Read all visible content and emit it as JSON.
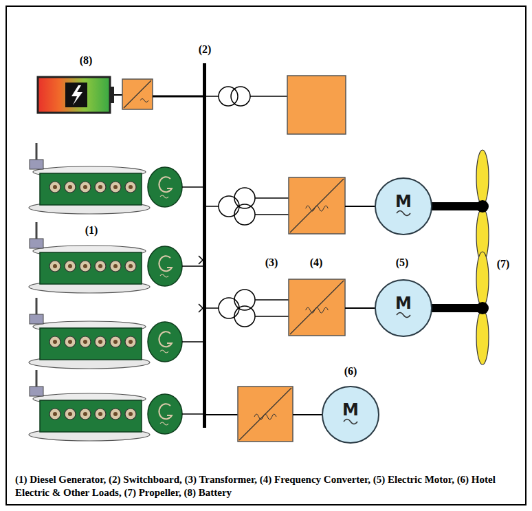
{
  "diagram": {
    "caption": "(1) Diesel Generator, (2) Switchboard, (3) Transformer, (4) Frequency Converter, (5) Electric Motor, (6) Hotel Electric & Other Loads, (7) Propeller, (8) Battery",
    "nodes": [
      {
        "text": [
          "M"
        ]
      },
      {
        "text": [
          "M"
        ]
      },
      {
        "text": [
          "M"
        ]
      }
    ],
    "labels": [
      "(8)",
      "(2)",
      "(1)",
      "(3)",
      "(4)",
      "(5)",
      "(7)",
      "(6)"
    ]
  }
}
